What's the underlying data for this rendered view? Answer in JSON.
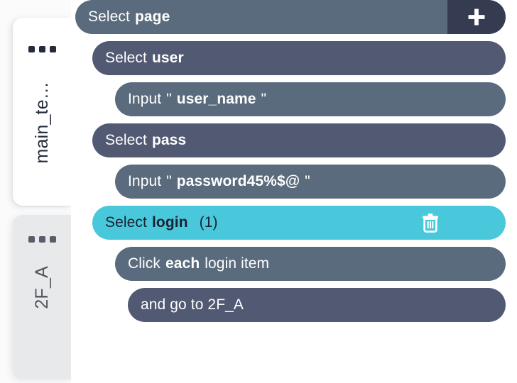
{
  "sidebar": {
    "tabs": [
      {
        "label": "main_te…",
        "state": "active",
        "menu_icon": "kebab-grip-icon"
      },
      {
        "label": "2F_A",
        "state": "inactive",
        "menu_icon": "kebab-grip-icon"
      }
    ]
  },
  "colors": {
    "slate": "#5a6b7d",
    "navy": "#525a73",
    "dark_navy": "#353c52",
    "cyan": "#49c8dc",
    "panel": "#ffffff",
    "page_bg": "#fbfbfc"
  },
  "main": {
    "add_button": {
      "label": "+",
      "icon": "plus-icon"
    },
    "delete_button": {
      "icon": "trash-icon"
    },
    "steps": [
      {
        "verb": "Select",
        "target": "page",
        "quoted": false,
        "count": "",
        "depth": 0,
        "style": "slate",
        "has_add": true,
        "has_delete": false
      },
      {
        "verb": "Select",
        "target": "user",
        "quoted": false,
        "count": "",
        "depth": 1,
        "style": "navy",
        "has_add": false,
        "has_delete": false
      },
      {
        "verb": "Input",
        "target": "user_name",
        "quoted": true,
        "count": "",
        "depth": 2,
        "style": "slate",
        "has_add": false,
        "has_delete": false
      },
      {
        "verb": "Select",
        "target": "pass",
        "quoted": false,
        "count": "",
        "depth": 1,
        "style": "navy",
        "has_add": false,
        "has_delete": false
      },
      {
        "verb": "Input",
        "target": "password45%$@",
        "quoted": true,
        "count": "",
        "depth": 2,
        "style": "slate",
        "has_add": false,
        "has_delete": false
      },
      {
        "verb": "Select",
        "target": "login",
        "quoted": false,
        "count": "(1)",
        "depth": 1,
        "style": "cyan",
        "has_add": false,
        "has_delete": true
      },
      {
        "verb": "Click",
        "target": "each",
        "suffix": "login item",
        "quoted": false,
        "count": "",
        "depth": 2,
        "style": "slate",
        "has_add": false,
        "has_delete": false
      },
      {
        "verb": "and go to 2F_A",
        "target": "",
        "quoted": false,
        "count": "",
        "depth": 3,
        "style": "navy",
        "has_add": false,
        "has_delete": false
      }
    ]
  }
}
